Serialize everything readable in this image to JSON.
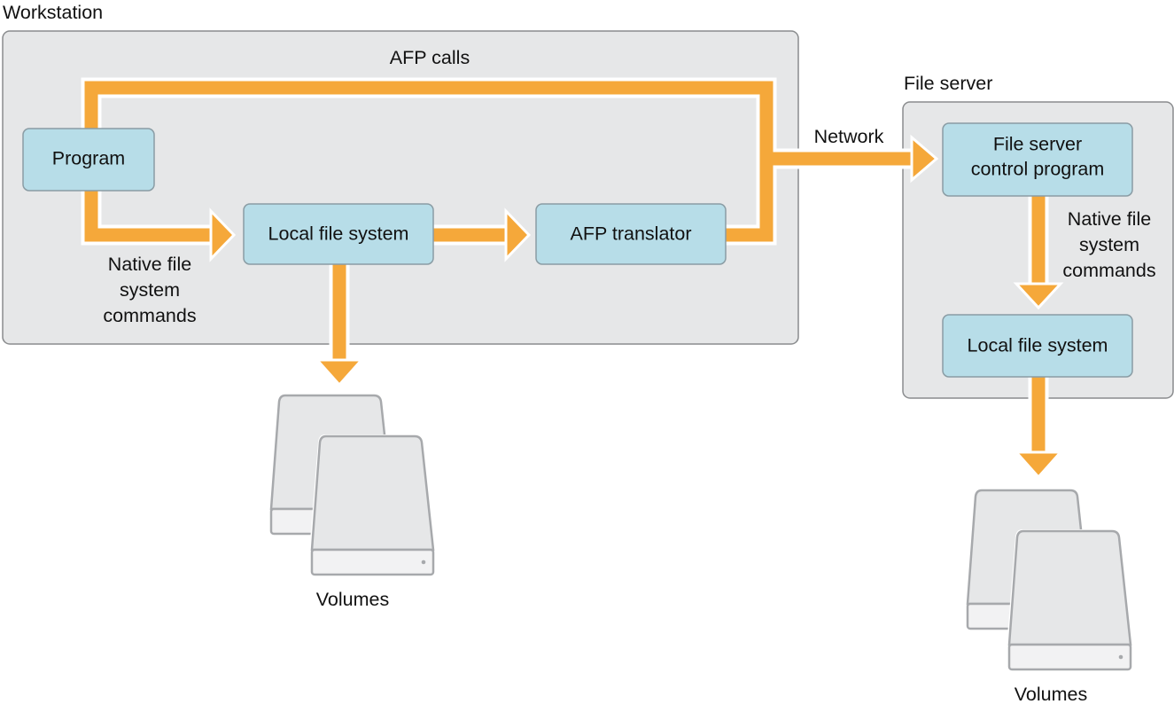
{
  "workstation": {
    "title": "Workstation",
    "afp_calls_label": "AFP calls",
    "native_label_lines": [
      "Native file",
      "system",
      "commands"
    ],
    "nodes": {
      "program": "Program",
      "local_fs": "Local file system",
      "afp_translator": "AFP translator"
    },
    "volumes_label": "Volumes"
  },
  "network_label": "Network",
  "file_server": {
    "title": "File server",
    "control_program_lines": [
      "File server",
      "control program"
    ],
    "native_label_lines": [
      "Native file",
      "system",
      "commands"
    ],
    "local_fs": "Local file system",
    "volumes_label": "Volumes"
  },
  "colors": {
    "arrow": "#f5a83a",
    "arrow_outline": "#ffffff",
    "container_fill": "#e6e7e8",
    "node_fill": "#b7dde8",
    "drive_fill": "#e6e7e8",
    "drive_stroke": "#a7a9ac"
  }
}
